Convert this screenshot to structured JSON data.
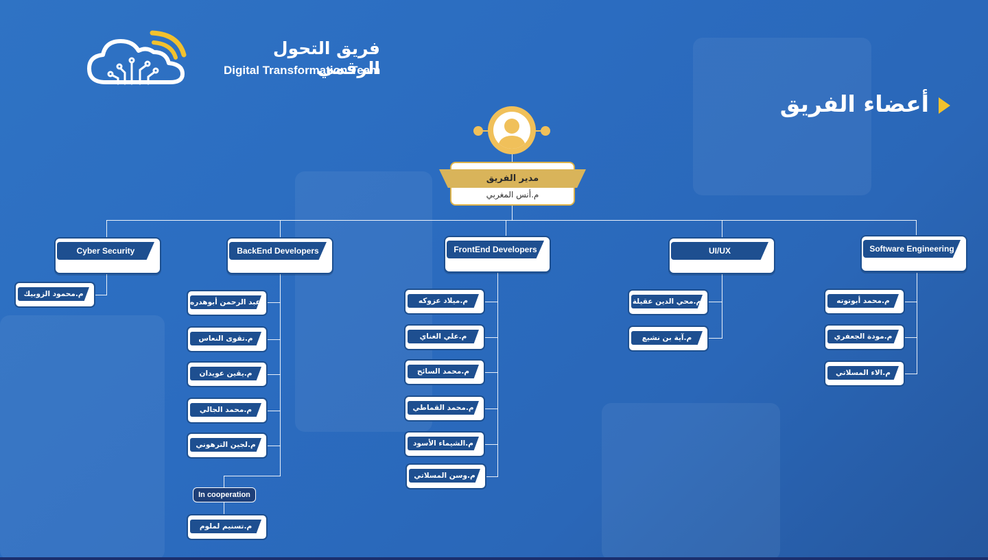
{
  "brand": {
    "name_ar": "فريق التحول الرقمي",
    "name_en": "Digital Transformation Team",
    "accent": "#f2c12e"
  },
  "page_title": "أعضاء الفريق",
  "manager": {
    "role": "مدير الفريق",
    "name": "م.أنس  المغربي"
  },
  "departments": {
    "cyber": {
      "title": "Cyber Security",
      "members": [
        "م.محمود الزوبيك"
      ]
    },
    "backend": {
      "title": "BackEnd Developers",
      "members": [
        "م.عبد الرحمن أبوهدره",
        "م.تقوى النعاس",
        "م.يقين عويدان",
        "م.محمد الجالي",
        "م.لجين الترهوني"
      ],
      "cooperation_label": "In cooperation",
      "cooperation_member": "م.تسنيم لملوم"
    },
    "frontend": {
      "title": "FrontEnd Developers",
      "members": [
        "م.ميلاد عزوكه",
        "م.علي الغناي",
        "م.محمد السائح",
        "م.محمد القماطي",
        "م.الشيماء الأسود",
        "م.وسن المسلاتي"
      ]
    },
    "uiux": {
      "title": "UI/UX",
      "members": [
        "م.محي الدين عقيلة",
        "م.آية بن نشيع"
      ]
    },
    "software": {
      "title": "Software Engineering",
      "members": [
        "م.محمد أبوتوته",
        "م.مودة الجعفري",
        "م.الاء المسلاتي"
      ]
    }
  }
}
